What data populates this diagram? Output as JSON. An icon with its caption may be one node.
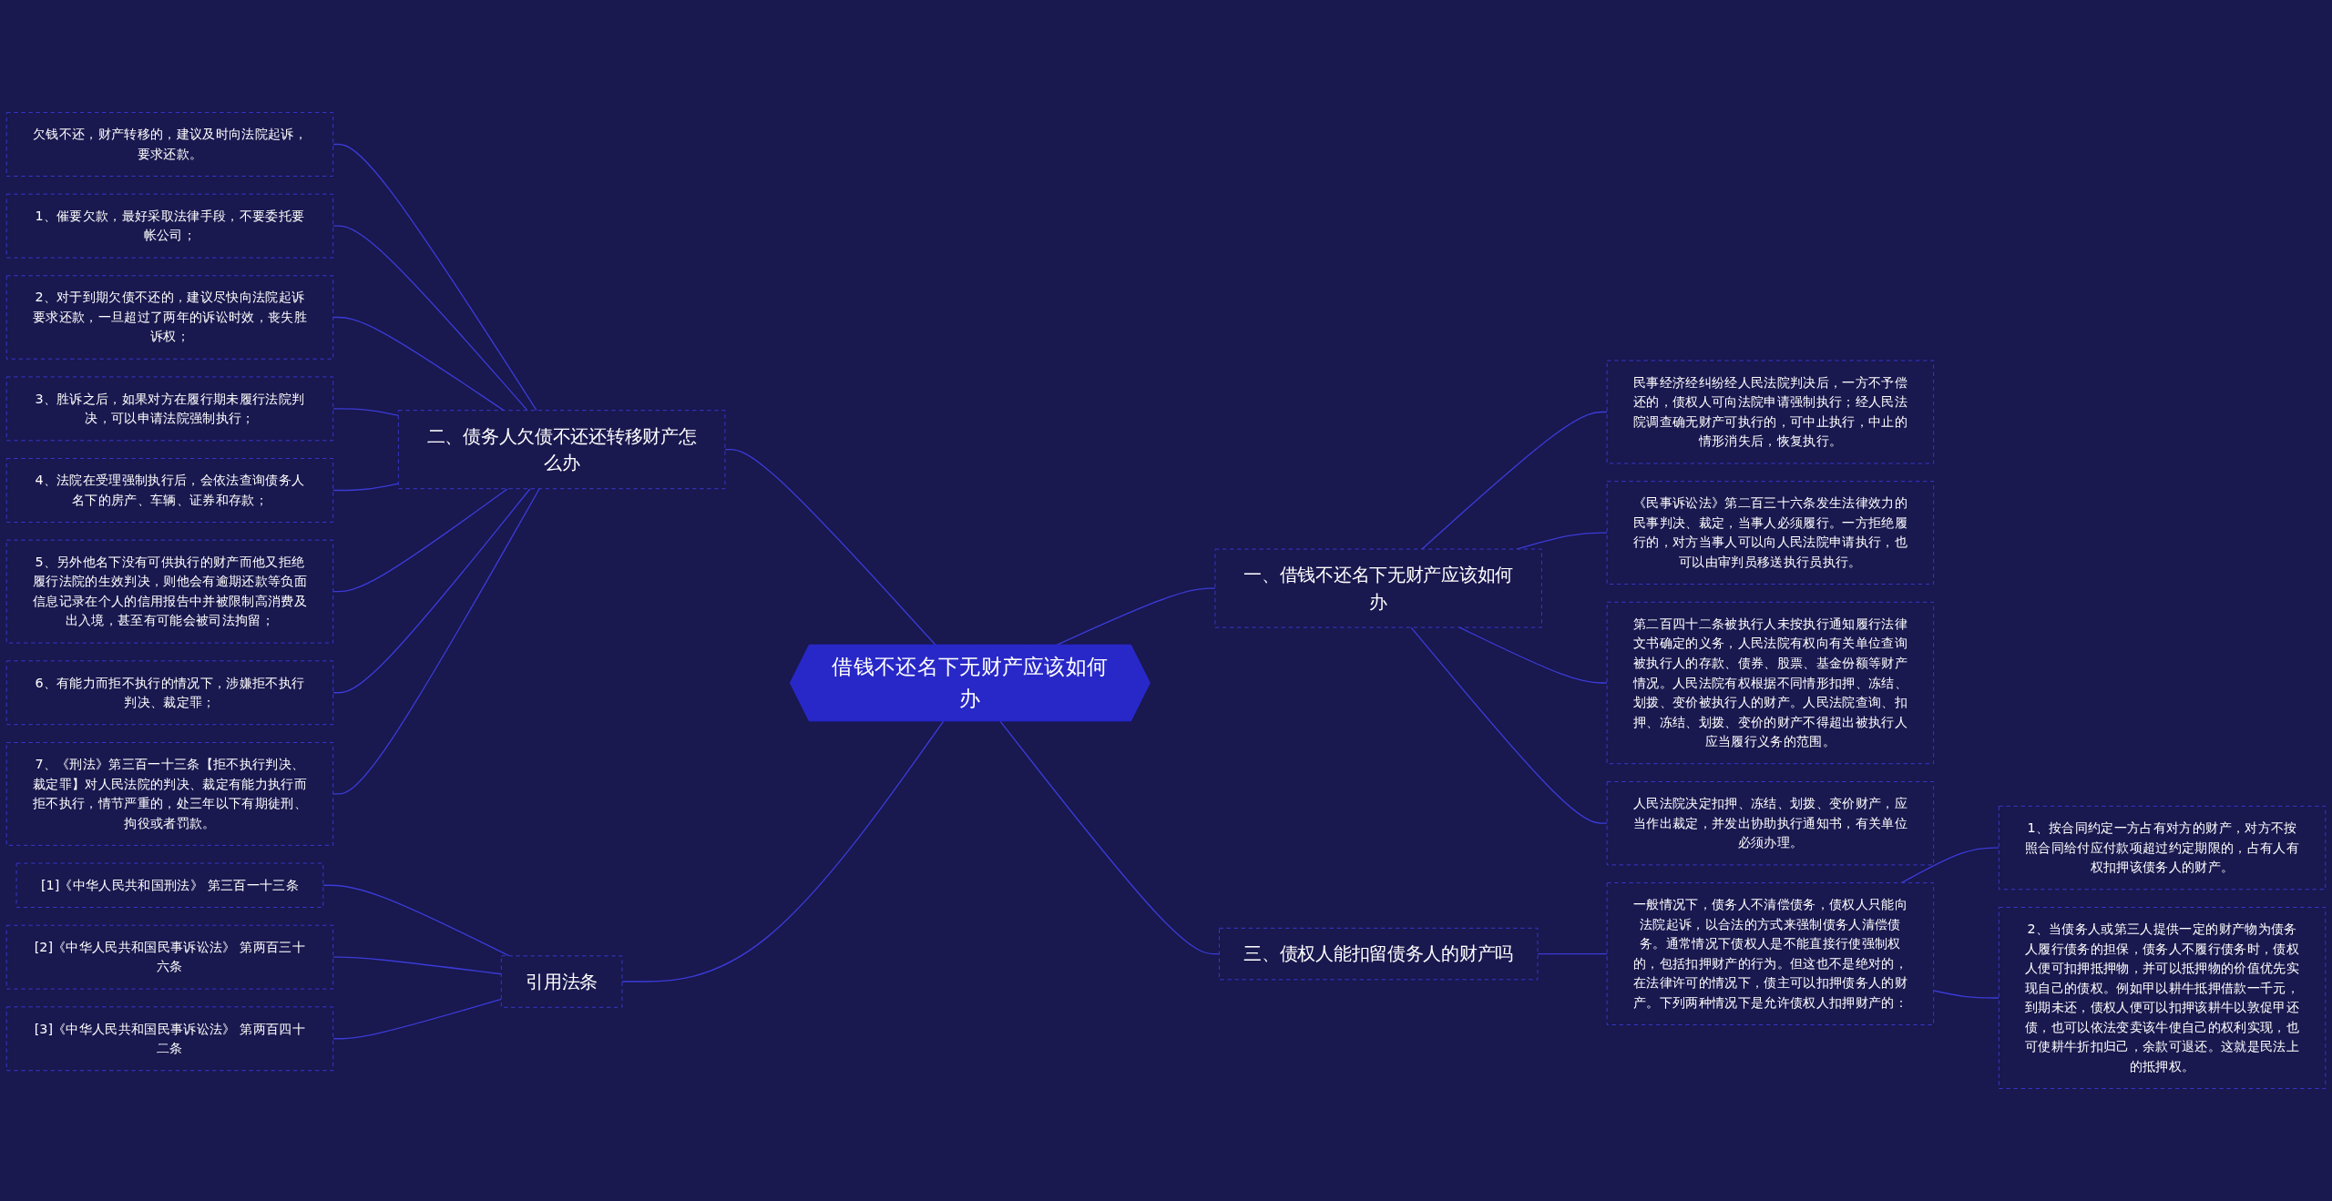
{
  "diagram": {
    "nodes": [
      {
        "text": [
          "借钱不还名下无财产应该如何办"
        ]
      },
      {
        "text": [
          "一、借钱不还名下无财产应该如何办"
        ]
      },
      {
        "text": [
          "民事经济经纠纷经人民法院判决后，一方不予偿还的，债权人可向法院申请强制执行；经人民法院调查确无财产可执行的，可中止执行，中止的情形消失后，恢复执行。"
        ]
      },
      {
        "text": [
          "《民事诉讼法》第二百三十六条发生法律效力的民事判决、裁定，当事人必须履行。一方拒绝履行的，对方当事人可以向人民法院申请执行，也可以由审判员移送执行员执行。"
        ]
      },
      {
        "text": [
          "第二百四十二条被执行人未按执行通知履行法律文书确定的义务，人民法院有权向有关单位查询被执行人的存款、债券、股票、基金份额等财产情况。人民法院有权根据不同情形扣押、冻结、划拨、变价被执行人的财产。人民法院查询、扣押、冻结、划拨、变价的财产不得超出被执行人应当履行义务的范围。"
        ]
      },
      {
        "text": [
          "人民法院决定扣押、冻结、划拨、变价财产，应当作出裁定，并发出协助执行通知书，有关单位必须办理。"
        ]
      },
      {
        "text": [
          "三、债权人能扣留债务人的财产吗"
        ]
      },
      {
        "text": [
          "一般情况下，债务人不清偿债务，债权人只能向法院起诉，以合法的方式来强制债务人清偿债务。通常情况下债权人是不能直接行使强制权的，包括扣押财产的行为。但这也不是绝对的，在法律许可的情况下，债主可以扣押债务人的财产。下列两种情况下是允许债权人扣押财产的："
        ]
      },
      {
        "text": [
          "1、按合同约定一方占有对方的财产，对方不按照合同给付应付款项超过约定期限的，占有人有权扣押该债务人的财产。"
        ]
      },
      {
        "text": [
          "2、当债务人或第三人提供一定的财产物为债务人履行债务的担保，债务人不履行债务时，债权人便可扣押抵押物，并可以抵押物的价值优先实现自己的债权。例如甲以耕牛抵押借款一千元，到期未还，债权人便可以扣押该耕牛以敦促甲还债，也可以依法变卖该牛使自己的权利实现，也可使耕牛折扣归己，余款可退还。这就是民法上的抵押权。"
        ]
      },
      {
        "text": [
          "二、债务人欠债不还还转移财产怎么办"
        ]
      },
      {
        "text": [
          "欠钱不还，财产转移的，建议及时向法院起诉，要求还款。"
        ]
      },
      {
        "text": [
          "1、催要欠款，最好采取法律手段，不要委托要帐公司；"
        ]
      },
      {
        "text": [
          "2、对于到期欠债不还的，建议尽快向法院起诉要求还款，一旦超过了两年的诉讼时效，丧失胜诉权；"
        ]
      },
      {
        "text": [
          "3、胜诉之后，如果对方在履行期未履行法院判决，可以申请法院强制执行；"
        ]
      },
      {
        "text": [
          "4、法院在受理强制执行后，会依法查询债务人名下的房产、车辆、证券和存款；"
        ]
      },
      {
        "text": [
          "5、另外他名下没有可供执行的财产而他又拒绝履行法院的生效判决，则他会有逾期还款等负面信息记录在个人的信用报告中并被限制高消费及出入境，甚至有可能会被司法拘留；"
        ]
      },
      {
        "text": [
          "6、有能力而拒不执行的情况下，涉嫌拒不执行判决、裁定罪；"
        ]
      },
      {
        "text": [
          "7、《刑法》第三百一十三条【拒不执行判决、裁定罪】对人民法院的判决、裁定有能力执行而拒不执行，情节严重的，处三年以下有期徒刑、拘役或者罚款。"
        ]
      },
      {
        "text": [
          "引用法条"
        ]
      },
      {
        "text": [
          "[1]《中华人民共和国刑法》 第三百一十三条"
        ]
      },
      {
        "text": [
          "[2]《中华人民共和国民事诉讼法》 第两百三十六条"
        ]
      },
      {
        "text": [
          "[3]《中华人民共和国民事诉讼法》 第两百四十二条"
        ]
      }
    ],
    "edges": [
      {
        "from": 0,
        "to": 1,
        "arrow": "none"
      },
      {
        "from": 1,
        "to": 2,
        "arrow": "none"
      },
      {
        "from": 1,
        "to": 3,
        "arrow": "none"
      },
      {
        "from": 1,
        "to": 4,
        "arrow": "none"
      },
      {
        "from": 1,
        "to": 5,
        "arrow": "none"
      },
      {
        "from": 0,
        "to": 6,
        "arrow": "none"
      },
      {
        "from": 6,
        "to": 7,
        "arrow": "none"
      },
      {
        "from": 7,
        "to": 8,
        "arrow": "none"
      },
      {
        "from": 7,
        "to": 9,
        "arrow": "none"
      },
      {
        "from": 10,
        "to": 0,
        "arrow": "none"
      },
      {
        "from": 11,
        "to": 10,
        "arrow": "none"
      },
      {
        "from": 12,
        "to": 10,
        "arrow": "none"
      },
      {
        "from": 13,
        "to": 10,
        "arrow": "none"
      },
      {
        "from": 14,
        "to": 10,
        "arrow": "none"
      },
      {
        "from": 15,
        "to": 10,
        "arrow": "none"
      },
      {
        "from": 16,
        "to": 10,
        "arrow": "none"
      },
      {
        "from": 17,
        "to": 10,
        "arrow": "none"
      },
      {
        "from": 18,
        "to": 10,
        "arrow": "none"
      },
      {
        "from": 19,
        "to": 0,
        "arrow": "none"
      },
      {
        "from": 20,
        "to": 19,
        "arrow": "none"
      },
      {
        "from": 21,
        "to": 19,
        "arrow": "none"
      },
      {
        "from": 22,
        "to": 19,
        "arrow": "none"
      }
    ]
  }
}
